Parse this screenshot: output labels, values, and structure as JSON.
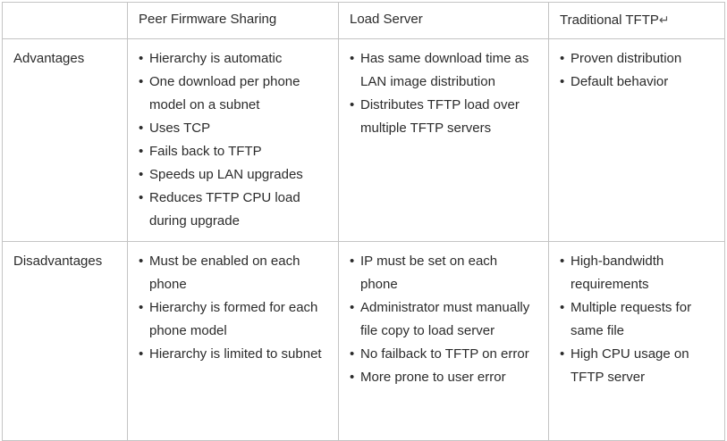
{
  "table": {
    "headers": [
      {
        "label": "",
        "name": "corner-header"
      },
      {
        "label": "Peer Firmware Sharing",
        "name": "header-peer-firmware-sharing"
      },
      {
        "label": "Load Server",
        "name": "header-load-server"
      },
      {
        "label": "Traditional TFTP",
        "name": "header-traditional-tftp"
      }
    ],
    "header_traditional_tftp_mark": "↵",
    "rows": [
      {
        "label": "Advantages",
        "cells": [
          [
            "Hierarchy is automatic",
            "One download per phone model on a subnet",
            "Uses TCP",
            "Fails back to TFTP",
            "Speeds up LAN upgrades",
            "Reduces TFTP CPU load during upgrade"
          ],
          [
            "Has same download time as LAN image distribution",
            "Distributes TFTP load over multiple TFTP servers"
          ],
          [
            "Proven distribution",
            "Default behavior"
          ]
        ]
      },
      {
        "label": "Disadvantages",
        "cells": [
          [
            "Must be enabled on each phone",
            "Hierarchy is formed for each phone model",
            "Hierarchy is limited to subnet"
          ],
          [
            "IP must be set on each phone",
            "Administrator must manually file copy to load server",
            "No failback to TFTP on error",
            "More prone to user error"
          ],
          [
            "High-bandwidth requirements",
            "Multiple requests for same file",
            "High CPU usage on TFTP server"
          ]
        ]
      }
    ]
  },
  "colors": {
    "border": "#c4c4c4",
    "text": "#2b2b2b",
    "background": "#ffffff"
  }
}
